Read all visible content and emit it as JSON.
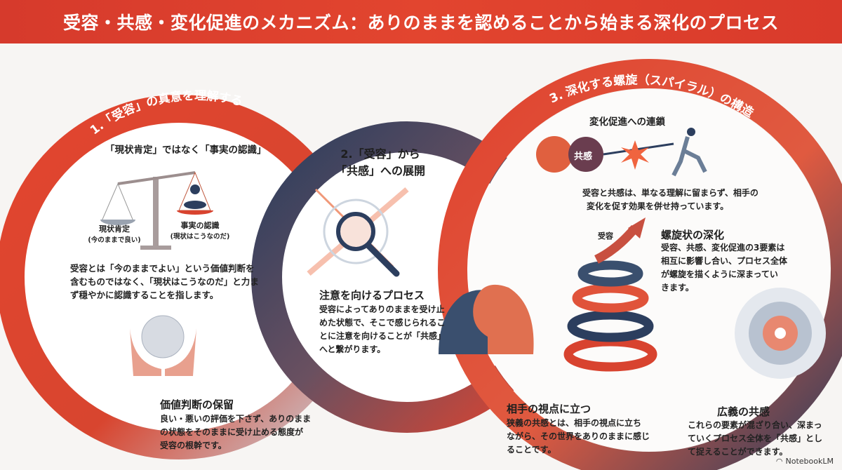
{
  "title": "受容・共感・変化促進のメカニズム：ありのままを認めることから始まる深化のプロセス",
  "section1": {
    "heading": "1.「受容」の真意を理解する",
    "subheading": "「現状肯定」ではなく「事実の認識」",
    "scale_left_label": "現状肯定",
    "scale_left_note": "(今のままで良い)",
    "scale_right_label": "事実の認識",
    "scale_right_note": "(現状はこうなのだ)",
    "body": [
      "受容とは「今のままでよい」という価値判断を",
      "含むものではなく、「現状はこうなのだ」と力ま",
      "ず穏やかに認識することを指します。"
    ],
    "point_title": "価値判断の保留",
    "point_body": [
      "良い・悪いの評価を下さず、ありのまま",
      "の状態をそのままに受け止める態度が",
      "受容の根幹です。"
    ]
  },
  "section2": {
    "heading_lines": [
      "2.「受容」から",
      "「共感」への展開"
    ],
    "point_title": "注意を向けるプロセス",
    "point_body": [
      "受容によってありのままを受け止",
      "めた状態で、そこで感じられるこ",
      "とに注意を向けることが「共感」",
      "へと繋がります。"
    ],
    "point2_title": "相手の視点に立つ",
    "point2_body": [
      "狭義の共感とは、相手の視点に立ち",
      "ながら、その世界をありのままに感じ",
      "ることです。"
    ]
  },
  "section3": {
    "heading": "3. 深化する螺旋（スパイラル）の構造",
    "chain_title": "変化促進への連鎖",
    "empathy_ball": "共感",
    "chain_body": [
      "受容と共感は、単なる理解に留まらず、相手の",
      "変化を促す効果を併せ持っています。"
    ],
    "spiral_label": "受容",
    "spiral_title": "螺旋状の深化",
    "spiral_body": [
      "受容、共感、変化促進の3要素は",
      "相互に影響し合い、プロセス全体",
      "が螺旋を描くように深まってい",
      "きます。"
    ],
    "broad_title": "広義の共感",
    "broad_body": [
      "これらの要素が混ざり合い、深まっ",
      "ていくプロセス全体を「共感」とし",
      "て捉えることができます。"
    ]
  },
  "brand": "NotebookLM",
  "colors": {
    "red": "#e0432f",
    "navy": "#2c3e5e",
    "bg": "#f7f5f3"
  }
}
